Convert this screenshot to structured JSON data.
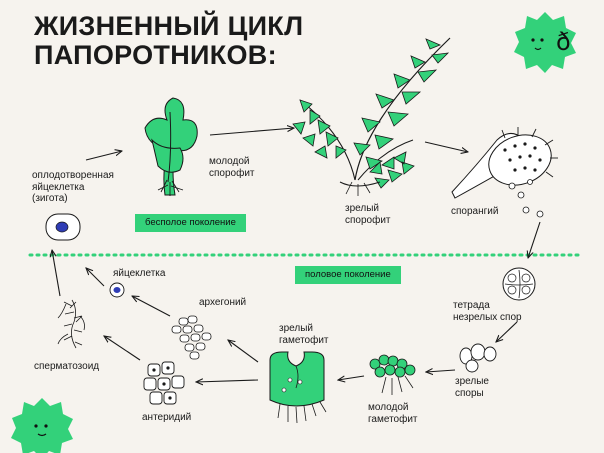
{
  "title_line1": "ЖИЗНЕННЫЙ ЦИКЛ",
  "title_line2": "ПАПОРОТНИКОВ:",
  "logo_glyph": "ð",
  "labels": {
    "zygote": [
      "оплодотворенная",
      "яйцеклетка",
      "(зигота)"
    ],
    "young_sporophyte": [
      "молодой",
      "спорофит"
    ],
    "mature_sporophyte": [
      "зрелый",
      "спорофит"
    ],
    "sporangium": "спорангий",
    "tetrad": [
      "тетрада",
      "незрелых спор"
    ],
    "mature_spores": [
      "зрелые",
      "споры"
    ],
    "young_gametophyte": [
      "молодой",
      "гаметофит"
    ],
    "mature_gametophyte": [
      "зрелый",
      "гаметофит"
    ],
    "archegonium": "архегоний",
    "antheridium": "антеридий",
    "egg": "яйцеклетка",
    "sperm": "сперматозоид"
  },
  "generations": {
    "asexual": "бесполое поколение",
    "sexual": "половое поколение"
  },
  "colors": {
    "accent_green": "#33d17a",
    "background": "#f6f3ee",
    "ink": "#1a1a1a",
    "cell_blue": "#2f3db5"
  }
}
